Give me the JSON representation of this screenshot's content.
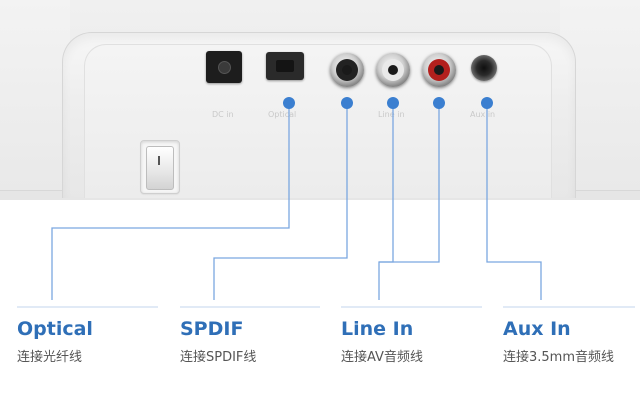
{
  "device": {
    "port_labels": [
      "DC in",
      "Optical",
      "Line in",
      "Aux in"
    ]
  },
  "connections": [
    {
      "title": "Optical",
      "subtitle": "连接光纤线"
    },
    {
      "title": "SPDIF",
      "subtitle": "连接SPDIF线"
    },
    {
      "title": "Line In",
      "subtitle": "连接AV音频线"
    },
    {
      "title": "Aux In",
      "subtitle": "连接3.5mm音频线"
    }
  ],
  "colors": {
    "accent": "#2f6fb7",
    "dot": "#3b7fd0",
    "line": "#7ba7e0"
  }
}
